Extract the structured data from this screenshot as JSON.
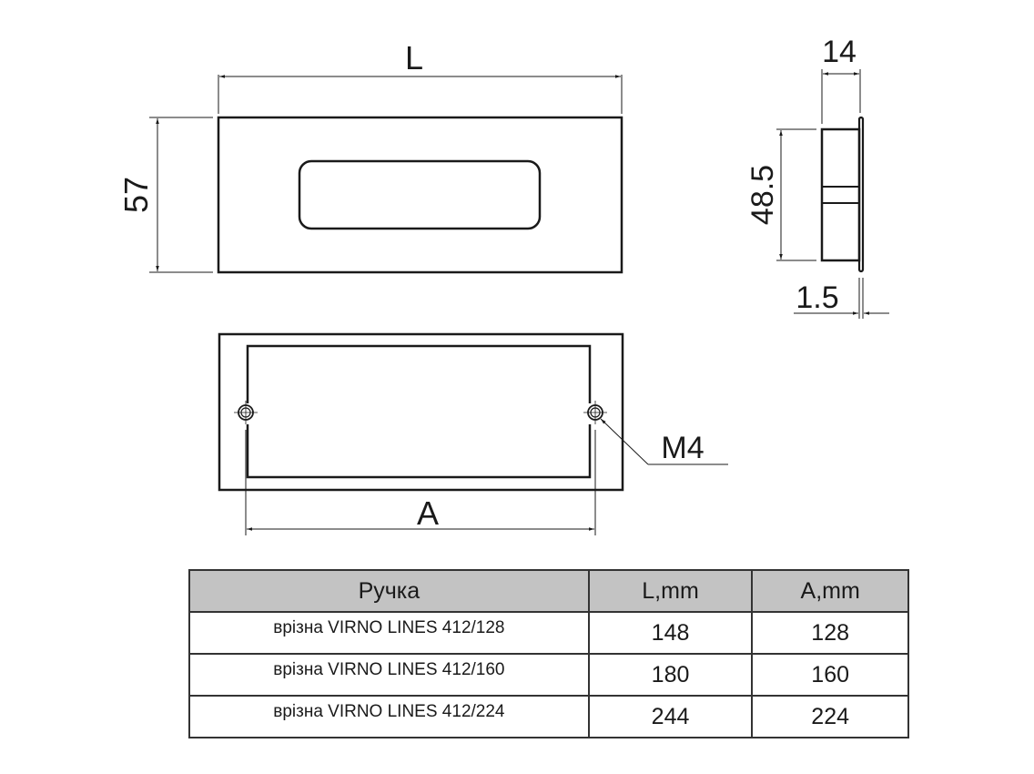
{
  "drawing": {
    "front_view": {
      "width_label": "L",
      "height_label": "57"
    },
    "back_view": {
      "hole_spacing_label": "A",
      "thread_label": "M4"
    },
    "side_view": {
      "depth_label": "14",
      "body_height_label": "48.5",
      "flange_label": "1.5"
    }
  },
  "table": {
    "headers": [
      "Ручка",
      "L,mm",
      "A,mm"
    ],
    "rows": [
      {
        "name": "врізна VIRNO LINES 412/128",
        "L": "148",
        "A": "128"
      },
      {
        "name": "врізна VIRNO LINES 412/160",
        "L": "180",
        "A": "160"
      },
      {
        "name": "врізна VIRNO LINES 412/224",
        "L": "244",
        "A": "224"
      }
    ],
    "header_bg": "#c3c3c3",
    "border_color": "#333333"
  }
}
